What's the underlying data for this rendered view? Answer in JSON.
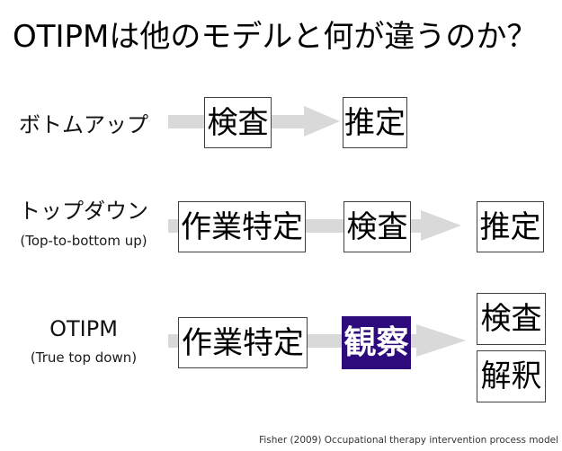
{
  "title": "OTIPMは他のモデルと何が違うのか？",
  "citation": "Fisher (2009) Occupational therapy intervention process model",
  "colors": {
    "highlight_box": "#2e0b7d",
    "arrow": "#d9d9d9",
    "box_border": "#404040",
    "background": "#ffffff"
  },
  "rows": [
    {
      "label": "ボトムアップ",
      "sublabel": "",
      "boxes": [
        "検査",
        "推定"
      ]
    },
    {
      "label": "トップダウン",
      "sublabel": "(Top-to-bottom up)",
      "boxes": [
        "作業特定",
        "検査",
        "推定"
      ]
    },
    {
      "label": "OTIPM",
      "sublabel": "(True top down)",
      "boxes": [
        "作業特定",
        "観察",
        "検査",
        "解釈"
      ]
    }
  ]
}
